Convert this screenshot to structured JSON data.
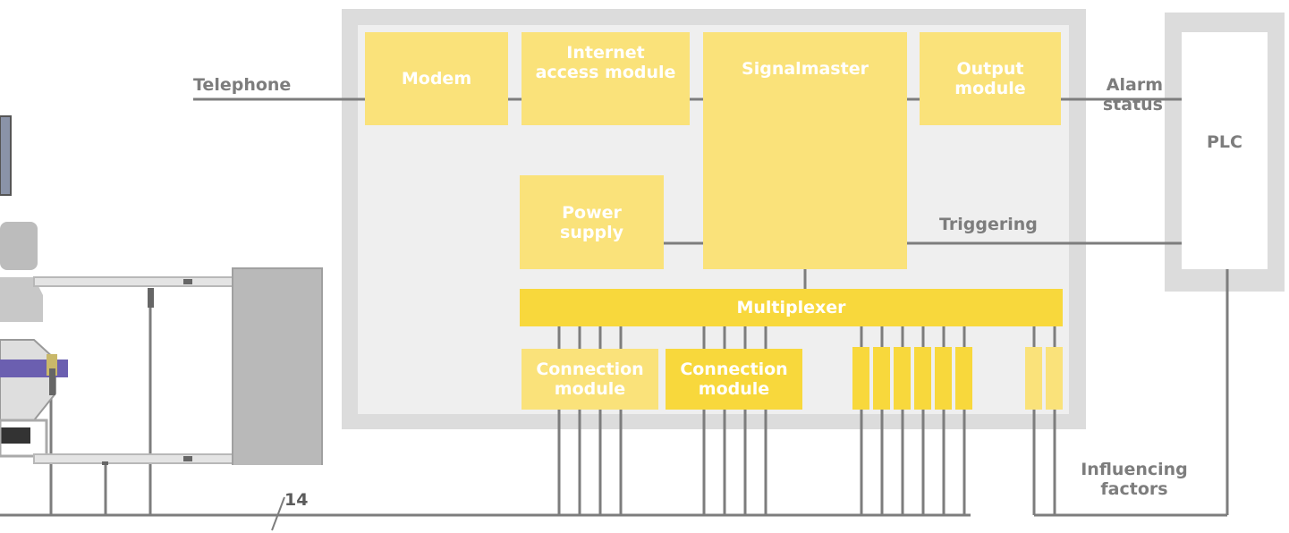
{
  "colors": {
    "box_fill": "#fae27a",
    "box_fill_strong": "#f8d83c",
    "frame": "#dcdcdc",
    "frame_inner": "#efefef",
    "wire": "#7d7d7d",
    "label": "#7d7d7d",
    "box_text": "#ffffff"
  },
  "labels": {
    "telephone": "Telephone",
    "alarm_status": "Alarm\nstatus",
    "triggering": "Triggering",
    "influencing_factors": "Influencing\nfactors",
    "cable_count": "14"
  },
  "blocks": {
    "modem": "Modem",
    "internet_access_module": "Internet\naccess module",
    "signalmaster": "Signalmaster",
    "output_module": "Output\nmodule",
    "power_supply": "Power\nsupply",
    "multiplexer": "Multiplexer",
    "connection_module_1": "Connection\nmodule",
    "connection_module_2": "Connection\nmodule",
    "plc": "PLC"
  }
}
